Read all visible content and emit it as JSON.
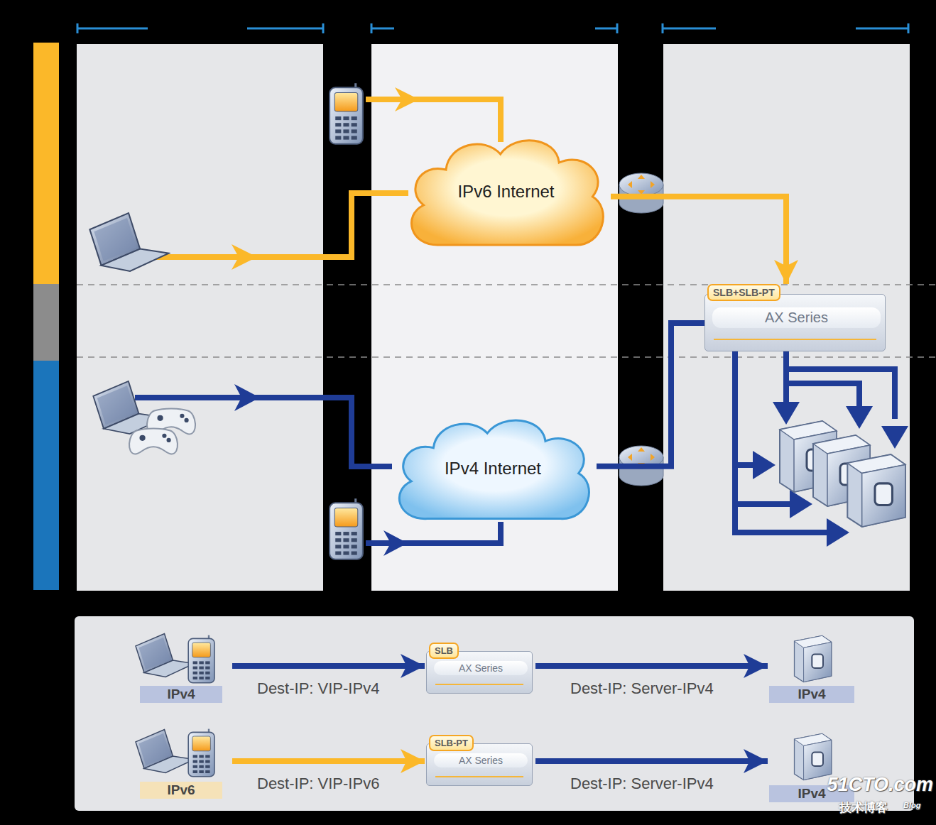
{
  "diagram": {
    "nodes": [
      {
        "text": [
          "IPv6 Internet"
        ]
      },
      {
        "text": [
          "IPv4 Internet"
        ]
      },
      {
        "text": [
          "SLB+SLB-PT",
          "AX Series"
        ]
      },
      {
        "text": [
          "IPv4"
        ]
      },
      {
        "text": [
          "SLB",
          "AX Series"
        ]
      },
      {
        "text": [
          "IPv4"
        ]
      },
      {
        "text": [
          "IPv6"
        ]
      },
      {
        "text": [
          "SLB-PT",
          "AX Series"
        ]
      },
      {
        "text": [
          "IPv4"
        ]
      }
    ],
    "edges": [
      {
        "from": 0,
        "to": 2,
        "arrow": "to"
      },
      {
        "from": 1,
        "to": 2,
        "arrow": "none"
      },
      {
        "from": 3,
        "to": 4,
        "label": "Dest-IP: VIP-IPv4",
        "arrow": "to"
      },
      {
        "from": 4,
        "to": 5,
        "label": "Dest-IP: Server-IPv4",
        "arrow": "to"
      },
      {
        "from": 6,
        "to": 7,
        "label": "Dest-IP: VIP-IPv6",
        "arrow": "to"
      },
      {
        "from": 7,
        "to": 8,
        "label": "Dest-IP: Server-IPv4",
        "arrow": "to"
      }
    ],
    "labels": [
      "51CTO.com",
      "技术博客",
      "Blog"
    ]
  }
}
